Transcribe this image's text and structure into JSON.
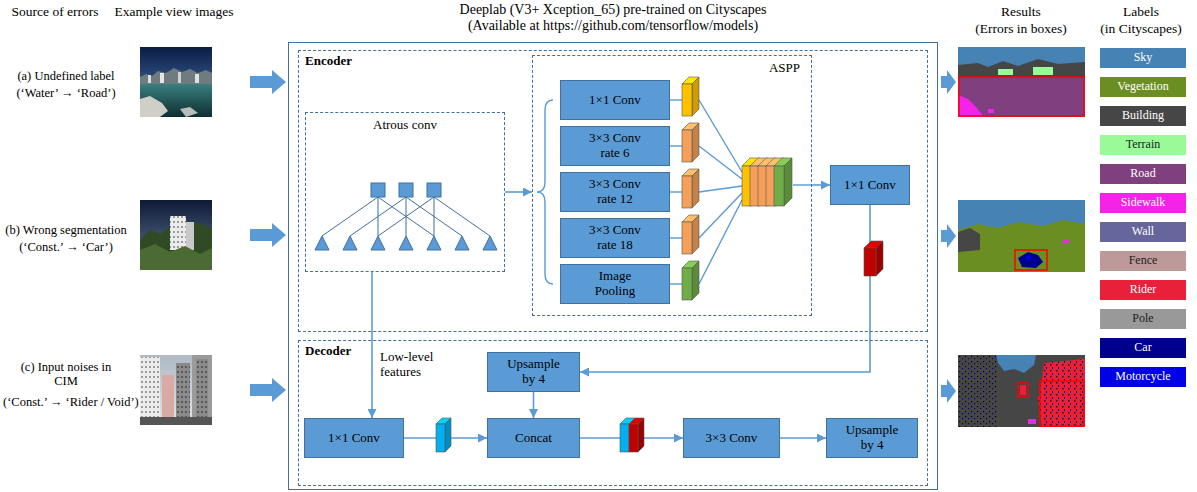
{
  "diagram": {
    "nodes": [
      {
        "text": [
          "Deeplab (V3+ Xception_65) pre-trained on Cityscapes",
          "(Available at https://github.com/tensorflow/models)"
        ]
      },
      {
        "text": [
          "Encoder"
        ],
        "in": 0
      },
      {
        "text": [
          "Atrous conv"
        ],
        "in": 1
      },
      {
        "text": [
          "ASPP"
        ],
        "in": 1
      },
      {
        "text": [
          "1×1 Conv"
        ],
        "in": 3
      },
      {
        "text": [
          "3×3 Conv rate 6"
        ],
        "in": 3
      },
      {
        "text": [
          "3×3 Conv rate 12"
        ],
        "in": 3
      },
      {
        "text": [
          "3×3 Conv rate 18"
        ],
        "in": 3
      },
      {
        "text": [
          "Image Pooling"
        ],
        "in": 3
      },
      {
        "text": [
          "1×1 Conv"
        ],
        "in": 1
      },
      {
        "text": [
          "Decoder"
        ],
        "in": 0
      },
      {
        "text": [
          "Upsample by 4"
        ],
        "in": 10
      },
      {
        "text": [
          "1×1 Conv"
        ],
        "in": 10
      },
      {
        "text": [
          "Concat"
        ],
        "in": 10
      },
      {
        "text": [
          "3×3 Conv"
        ],
        "in": 10
      },
      {
        "text": [
          "Upsample by 4"
        ],
        "in": 10
      }
    ],
    "edges": [
      {
        "from": 2,
        "to": 3,
        "arrow": "to"
      },
      {
        "from": 3,
        "to": 9,
        "arrow": "to"
      },
      {
        "from": 9,
        "to": 11,
        "arrow": "to"
      },
      {
        "from": 2,
        "to": 12,
        "arrow": "to",
        "label": "Low-level features"
      },
      {
        "from": 11,
        "to": 13,
        "arrow": "to"
      },
      {
        "from": 12,
        "to": 13,
        "arrow": "to"
      },
      {
        "from": 13,
        "to": 14,
        "arrow": "to"
      },
      {
        "from": 14,
        "to": 15,
        "arrow": "to"
      }
    ],
    "labels": [
      "Source of errors",
      "Example view images",
      "Results",
      "(Errors in boxes)",
      "Labels",
      "(in Cityscapes)",
      "(a) Undefined label",
      "(‘Water’ → ‘Road’)",
      "(b) Wrong segmentation",
      "(‘Const.’ → ‘Car’)",
      "(c) Input noises in CIM",
      "(‘Const.’ → ‘Rider / Void’)"
    ],
    "legend": [
      {
        "text": "Sky",
        "color": "#4682b4"
      },
      {
        "text": "Vegetation",
        "color": "#6b8e23"
      },
      {
        "text": "Building",
        "color": "#464646"
      },
      {
        "text": "Terrain",
        "color": "#98fb98"
      },
      {
        "text": "Road",
        "color": "#804080"
      },
      {
        "text": "Sidewalk",
        "color": "#f423e8"
      },
      {
        "text": "Wall",
        "color": "#66669c"
      },
      {
        "text": "Fence",
        "color": "#be9999"
      },
      {
        "text": "Rider",
        "color": "#e8203a"
      },
      {
        "text": "Pole",
        "color": "#999999"
      },
      {
        "text": "Car",
        "color": "#00008e"
      },
      {
        "text": "Motorcycle",
        "color": "#0000e6"
      }
    ]
  }
}
